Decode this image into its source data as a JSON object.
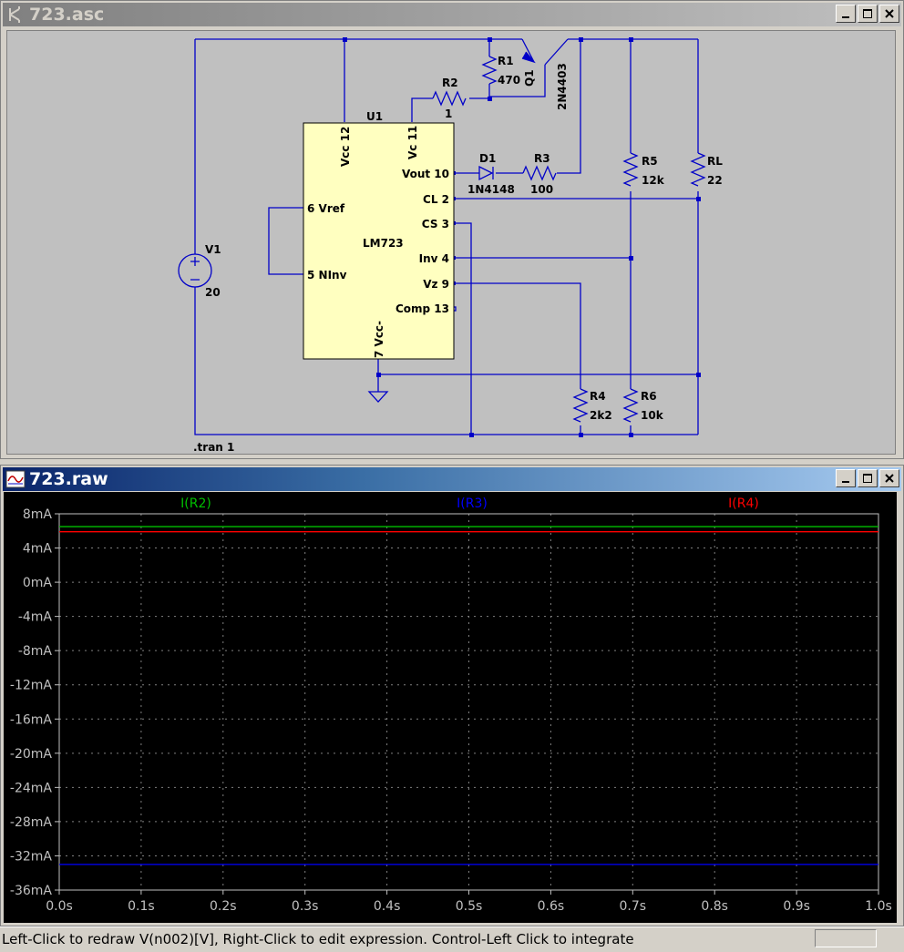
{
  "schematic_window": {
    "title": "723.asc",
    "labels": {
      "u1_ref": "U1",
      "u1_name": "LM723",
      "pin_vcc12": "Vcc 12",
      "pin_vc11": "Vc 11",
      "pin_vout10": "Vout 10",
      "pin_cl2": "CL 2",
      "pin_cs3": "CS 3",
      "pin_inv4": "Inv 4",
      "pin_vz9": "Vz 9",
      "pin_comp13": "Comp 13",
      "pin_vref6": "6 Vref",
      "pin_ninv5": "5 NInv",
      "pin_vccm7": "7 Vcc-",
      "v1_ref": "V1",
      "v1_val": "20",
      "r1_ref": "R1",
      "r1_val": "470",
      "r2_ref": "R2",
      "r2_val": "1",
      "q1_ref": "Q1",
      "q1_val": "2N4403",
      "d1_ref": "D1",
      "d1_val": "1N4148",
      "r3_ref": "R3",
      "r3_val": "100",
      "r5_ref": "R5",
      "r5_val": "12k",
      "rl_ref": "RL",
      "rl_val": "22",
      "r4_ref": "R4",
      "r4_val": "2k2",
      "r6_ref": "R6",
      "r6_val": "10k",
      "directive": ".tran 1"
    }
  },
  "waveform_window": {
    "title": "723.raw"
  },
  "status_bar": {
    "text": "Left-Click to redraw V(n002)[V],  Right-Click to edit expression. Control-Left Click to integrate"
  },
  "chart_data": {
    "type": "line",
    "xlabel": "",
    "ylabel": "",
    "xlim": [
      0,
      1
    ],
    "ylim": [
      -36,
      8
    ],
    "x_ticks": [
      "0.0s",
      "0.1s",
      "0.2s",
      "0.3s",
      "0.4s",
      "0.5s",
      "0.6s",
      "0.7s",
      "0.8s",
      "0.9s",
      "1.0s"
    ],
    "y_ticks": [
      "8mA",
      "4mA",
      "0mA",
      "-4mA",
      "-8mA",
      "-12mA",
      "-16mA",
      "-20mA",
      "-24mA",
      "-28mA",
      "-32mA",
      "-36mA"
    ],
    "y_tick_values": [
      8,
      4,
      0,
      -4,
      -8,
      -12,
      -16,
      -20,
      -24,
      -28,
      -32,
      -36
    ],
    "grid": true,
    "legend_position": "top",
    "series": [
      {
        "name": "I(R2)",
        "color": "#00c000",
        "x": [
          0,
          1
        ],
        "y": [
          6.5,
          6.5
        ]
      },
      {
        "name": "I(R3)",
        "color": "#0000ff",
        "x": [
          0,
          1
        ],
        "y": [
          -33.0,
          -33.0
        ]
      },
      {
        "name": "I(R4)",
        "color": "#ff0000",
        "x": [
          0,
          1
        ],
        "y": [
          5.9,
          5.9
        ]
      }
    ]
  }
}
